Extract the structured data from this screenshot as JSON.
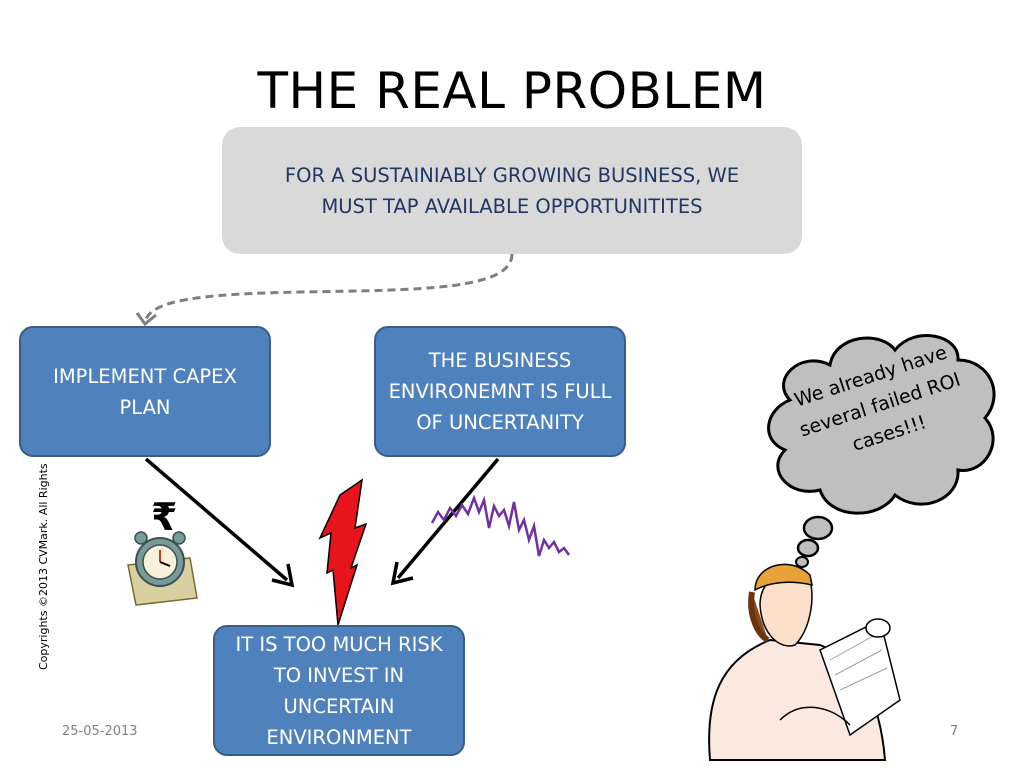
{
  "slide": {
    "title": "THE REAL PROBLEM",
    "top_box": "FOR A SUSTAINIABLY GROWING  BUSINESS, WE MUST TAP AVAILABLE OPPORTUNITITES",
    "box_capex": "IMPLEMENT CAPEX PLAN",
    "box_uncertainty": "THE BUSINESS ENVIRONEMNT IS FULL OF UNCERTANITY",
    "box_risk": "IT IS TOO MUCH RISK TO INVEST IN UNCERTAIN ENVIRONMENT",
    "thought_bubble": "We already have several failed ROI cases!!!",
    "rupee_symbol": "₹",
    "date": "25-05-2013",
    "page_number": "7",
    "copyright": "Copyrights  ©2013 CVMark. All Rights"
  },
  "colors": {
    "box_blue": "#4f81bd",
    "box_border": "#385d8a",
    "top_box_gray": "#d9d9d9",
    "top_box_text": "#1f3864",
    "lightning_red": "#e8141b",
    "graph_purple": "#7030a0",
    "cloud_gray": "#bfbfbf"
  },
  "icons": [
    "lightning-bolt-icon",
    "alarm-clock-icon",
    "rupee-icon",
    "fluctuating-graph-icon",
    "thought-cloud-icon",
    "engineer-clipart"
  ]
}
